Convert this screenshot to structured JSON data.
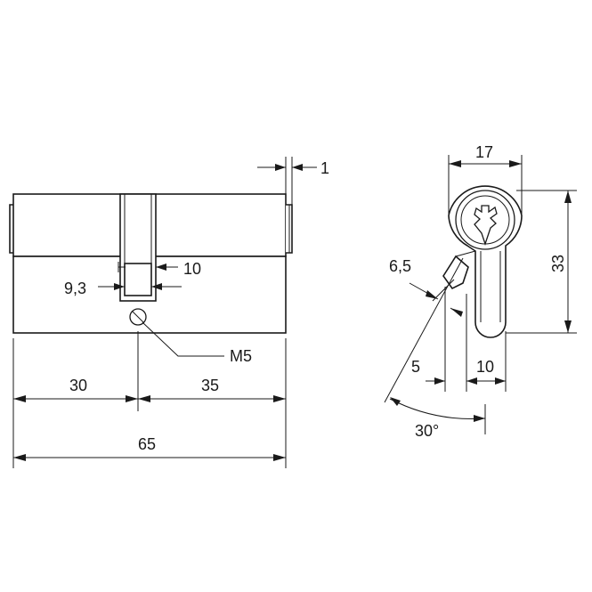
{
  "diagram": {
    "subject": "euro-profile-cylinder-dimension-drawing",
    "dimensions": {
      "total_length": "65",
      "left_length": "30",
      "right_length": "35",
      "cam_slot_inner": "9,3",
      "cam_slot_outer": "10",
      "end_offset": "1",
      "screw_thread": "M5",
      "width": "17",
      "height": "33",
      "cam_thickness": "6,5",
      "profile_offset": "5",
      "profile_lower_width": "10",
      "cam_angle": "30°"
    }
  }
}
